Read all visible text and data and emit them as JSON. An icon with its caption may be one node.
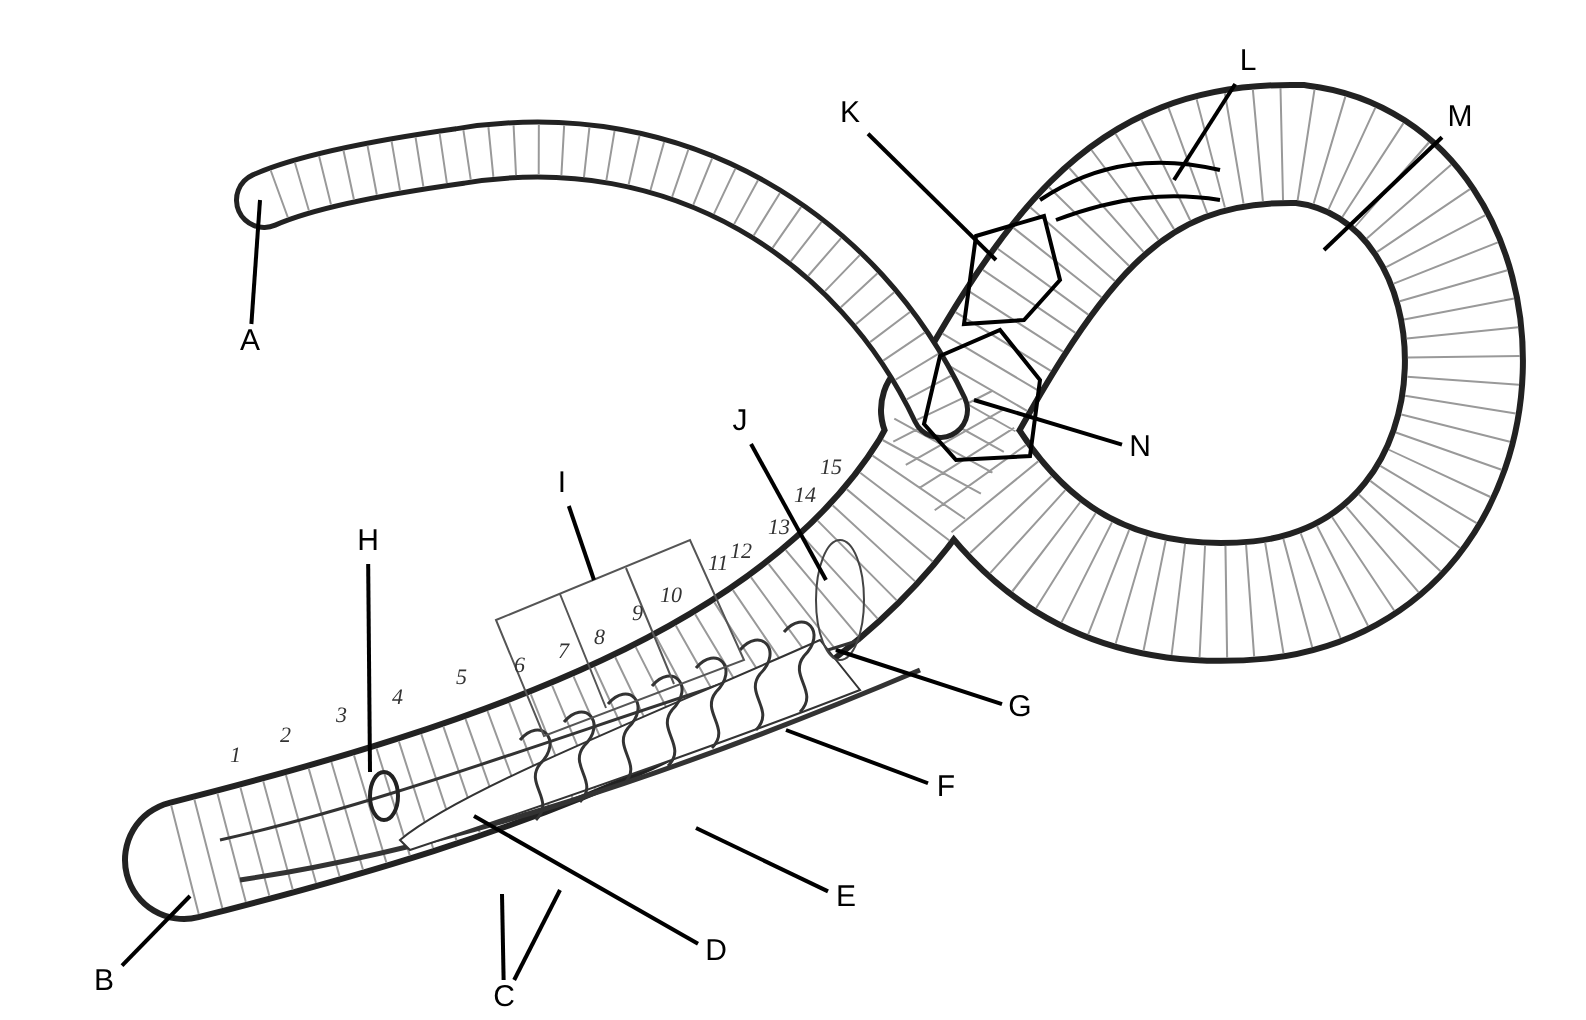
{
  "diagram": {
    "nodes": [
      {
        "text": [
          "A"
        ]
      },
      {
        "text": [
          "B"
        ]
      },
      {
        "text": [
          "C"
        ]
      },
      {
        "text": [
          "D"
        ]
      },
      {
        "text": [
          "E"
        ]
      },
      {
        "text": [
          "F"
        ]
      },
      {
        "text": [
          "G"
        ]
      },
      {
        "text": [
          "H"
        ]
      },
      {
        "text": [
          "I"
        ]
      },
      {
        "text": [
          "J"
        ]
      },
      {
        "text": [
          "K"
        ]
      },
      {
        "text": [
          "L"
        ]
      },
      {
        "text": [
          "M"
        ]
      },
      {
        "text": [
          "N"
        ]
      }
    ],
    "edges": [
      {
        "from": 0,
        "to": null,
        "arrow": "none"
      },
      {
        "from": 1,
        "to": null,
        "arrow": "none"
      },
      {
        "from": 2,
        "to": null,
        "arrow": "none"
      },
      {
        "from": 2,
        "to": null,
        "arrow": "none"
      },
      {
        "from": 3,
        "to": null,
        "arrow": "none"
      },
      {
        "from": 4,
        "to": null,
        "arrow": "none"
      },
      {
        "from": 5,
        "to": null,
        "arrow": "none"
      },
      {
        "from": 6,
        "to": null,
        "arrow": "none"
      },
      {
        "from": 7,
        "to": null,
        "arrow": "none"
      },
      {
        "from": 8,
        "to": null,
        "arrow": "none"
      },
      {
        "from": 9,
        "to": null,
        "arrow": "none"
      },
      {
        "from": 10,
        "to": null,
        "arrow": "none"
      },
      {
        "from": 11,
        "to": null,
        "arrow": "none"
      },
      {
        "from": 12,
        "to": null,
        "arrow": "none"
      },
      {
        "from": 13,
        "to": null,
        "arrow": "none"
      }
    ],
    "labels": [
      "15",
      "14",
      "13",
      "12",
      "11",
      "10",
      "9",
      "8",
      "7",
      "6",
      "5",
      "4",
      "3",
      "2",
      "1"
    ]
  }
}
